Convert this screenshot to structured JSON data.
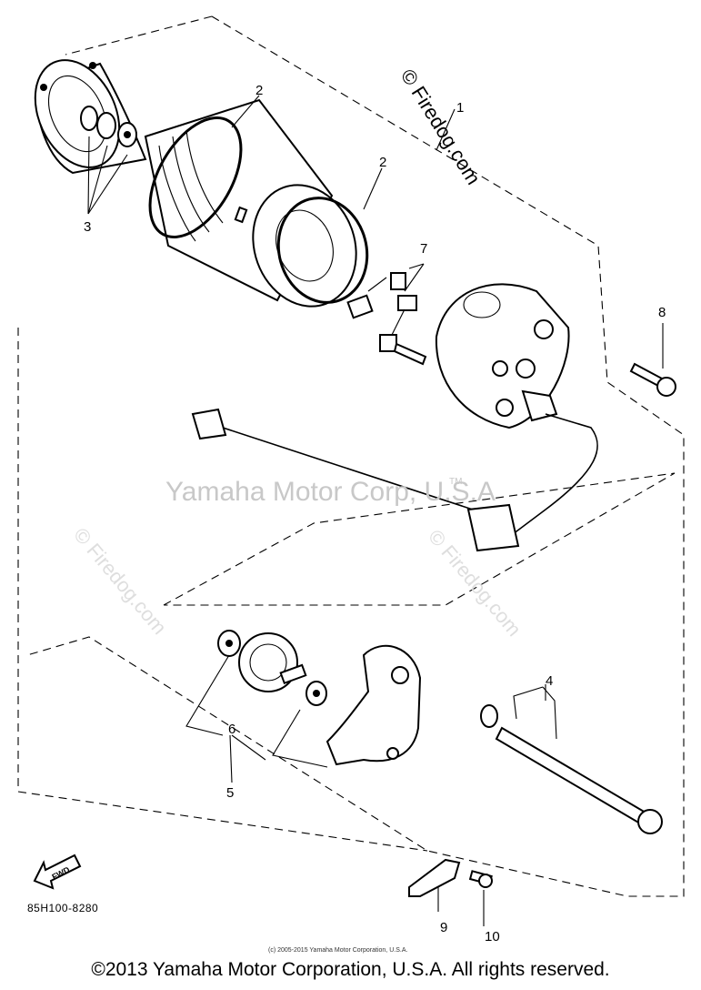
{
  "watermarks": {
    "main": "Yamaha Motor Corp, U.S.A",
    "tm": "TM",
    "corner": "© Firedog.com",
    "faint_left": "© Firedog.com",
    "faint_right": "© Firedog.com"
  },
  "callouts": {
    "c1": "1",
    "c2a": "2",
    "c2b": "2",
    "c3": "3",
    "c4": "4",
    "c5": "5",
    "c6": "6",
    "c7": "7",
    "c8": "8",
    "c9": "9",
    "c10": "10"
  },
  "direction_label": "FWD",
  "diagram_code": "85H100-8280",
  "small_copyright": "(c) 2005-2015 Yamaha Motor Corporation, U.S.A.",
  "footer": "©2013 Yamaha Motor Corporation, U.S.A. All rights reserved."
}
